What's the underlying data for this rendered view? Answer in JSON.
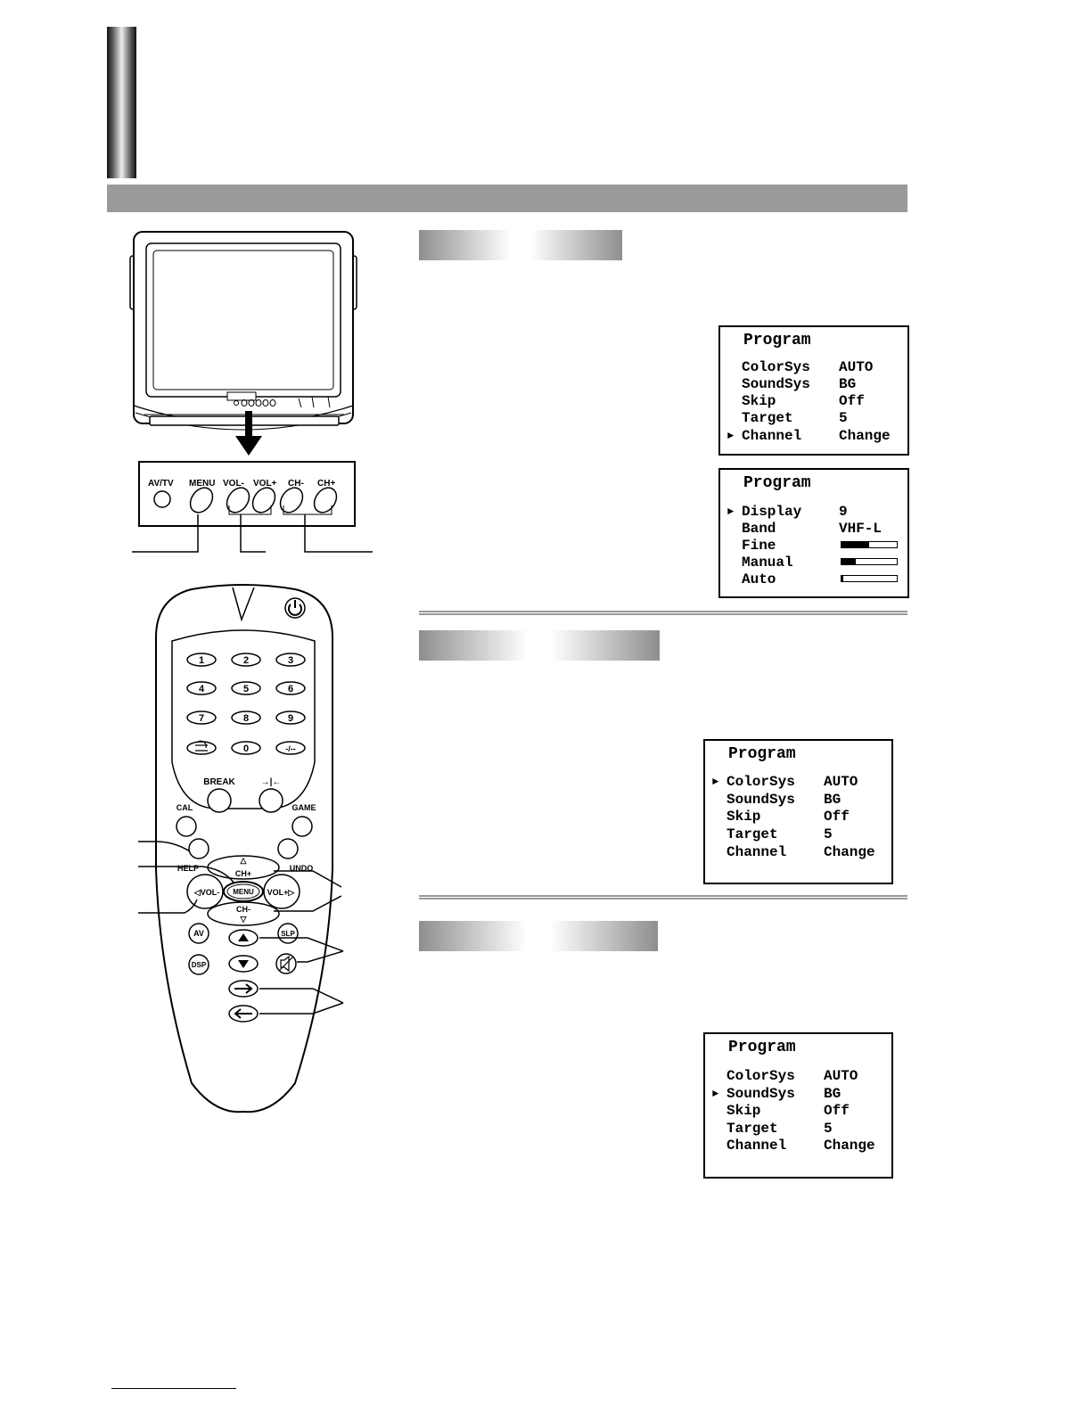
{
  "colors": {
    "band": "#9a9a9a",
    "osd_border": "#000000"
  },
  "front_panel": {
    "labels": [
      "AV/TV",
      "MENU",
      "VOL-",
      "VOL+",
      "CH-",
      "CH+"
    ]
  },
  "remote": {
    "numbers": [
      "1",
      "2",
      "3",
      "4",
      "5",
      "6",
      "7",
      "8",
      "9",
      "",
      "0",
      "-/--"
    ],
    "break_label": "BREAK",
    "hold_label": "→|←",
    "cal_label": "CAL",
    "game_label": "GAME",
    "help_label": "HELP",
    "undo_label": "UNDO",
    "ch_plus_label": "CH+",
    "ch_minus_label": "CH-",
    "vol_minus_label": "◁VOL-",
    "vol_plus_label": "VOL+▷",
    "menu_label": "MENU",
    "av_label": "AV",
    "dsp_label": "DSP",
    "slp_label": "SLP"
  },
  "osd_menus": [
    {
      "title": "Program",
      "rows": [
        {
          "label": "ColorSys",
          "value": "AUTO",
          "selected": false
        },
        {
          "label": "SoundSys",
          "value": "BG",
          "selected": false
        },
        {
          "label": "Skip",
          "value": "Off",
          "selected": false
        },
        {
          "label": "Target",
          "value": "5",
          "selected": false
        },
        {
          "label": "Channel",
          "value": "Change",
          "selected": true
        }
      ]
    },
    {
      "title": "Program",
      "rows": [
        {
          "label": "Display",
          "value": "9",
          "selected": true
        },
        {
          "label": "Band",
          "value": "VHF-L",
          "selected": false
        },
        {
          "label": "Fine",
          "level": 0.5,
          "selected": false
        },
        {
          "label": "Manual",
          "level": 0.25,
          "selected": false
        },
        {
          "label": "Auto",
          "level": 0.04,
          "selected": false
        }
      ]
    },
    {
      "title": "Program",
      "rows": [
        {
          "label": "ColorSys",
          "value": "AUTO",
          "selected": true
        },
        {
          "label": "SoundSys",
          "value": "BG",
          "selected": false
        },
        {
          "label": "Skip",
          "value": "Off",
          "selected": false
        },
        {
          "label": "Target",
          "value": "5",
          "selected": false
        },
        {
          "label": "Channel",
          "value": "Change",
          "selected": false
        }
      ]
    },
    {
      "title": "Program",
      "rows": [
        {
          "label": "ColorSys",
          "value": "AUTO",
          "selected": false
        },
        {
          "label": "SoundSys",
          "value": "BG",
          "selected": true
        },
        {
          "label": "Skip",
          "value": "Off",
          "selected": false
        },
        {
          "label": "Target",
          "value": "5",
          "selected": false
        },
        {
          "label": "Channel",
          "value": "Change",
          "selected": false
        }
      ]
    }
  ],
  "cursor_glyph": "►"
}
